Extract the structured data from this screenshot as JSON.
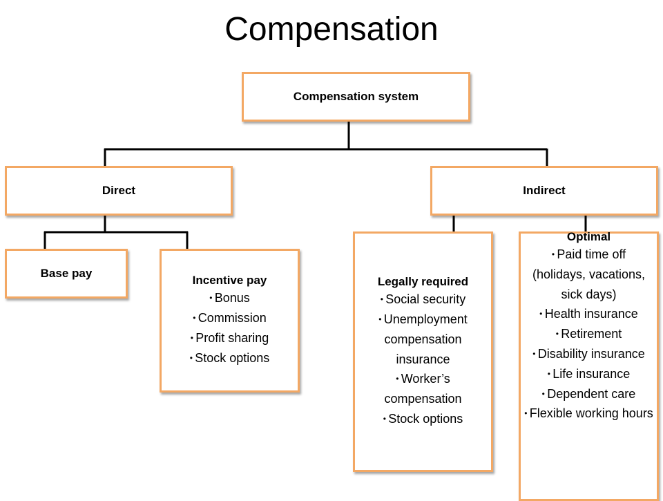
{
  "title": "Compensation",
  "nodes": {
    "root": {
      "label": "Compensation system"
    },
    "direct": {
      "label": "Direct"
    },
    "indirect": {
      "label": "Indirect"
    },
    "base_pay": {
      "label": "Base pay"
    },
    "incentive_pay": {
      "label": "Incentive pay",
      "items": [
        "Bonus",
        "Commission",
        "Profit sharing",
        "Stock options"
      ]
    },
    "legally_required": {
      "label": "Legally required",
      "items": [
        "Social security",
        "Unemployment compensation insurance",
        "Worker’s compensation",
        "Stock options"
      ]
    },
    "optimal": {
      "label": "Optimal",
      "items": [
        "Paid time off (holidays, vacations, sick days)",
        "Health insurance",
        "Retirement",
        "Disability insurance",
        "Life insurance",
        "Dependent care",
        "Flexible working hours"
      ]
    }
  },
  "colors": {
    "box_border": "#f3a864",
    "connector": "#000000"
  }
}
